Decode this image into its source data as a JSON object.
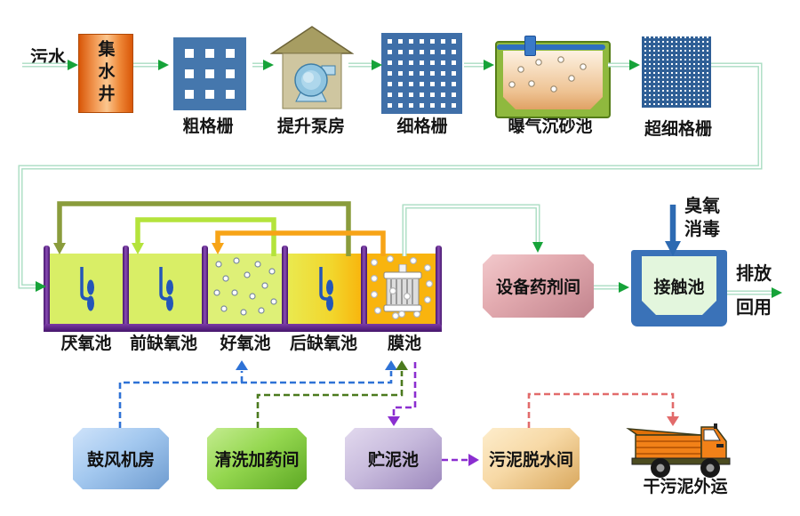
{
  "pretreatment": {
    "influent": "污水",
    "collection_well": "集水井",
    "coarse_screen": "粗格栅",
    "pump_house": "提升泵房",
    "fine_screen": "细格栅",
    "grit_chamber": "曝气沉砂池",
    "ultrafine_screen": "超细格栅"
  },
  "bioreactor": {
    "anaerobic": "厌氧池",
    "pre_anoxic": "前缺氧池",
    "aerobic": "好氧池",
    "post_anoxic": "后缺氧池",
    "membrane": "膜池"
  },
  "disinfection": {
    "chemical_room": "设备药剂间",
    "contact_tank": "接触池",
    "ozone_line1": "臭氧",
    "ozone_line2": "消毒",
    "discharge": "排放",
    "reuse": "回用"
  },
  "sludge_section": {
    "blower_room": "鼓风机房",
    "cleaning_room": "清洗加药间",
    "sludge_tank": "贮泥池",
    "dewatering_room": "污泥脱水间",
    "truck_label": "干污泥外运"
  },
  "colors": {
    "pipe_green": "#a9dcc2",
    "arrow_green": "#16a339",
    "recycle_olive": "#8a9c3c",
    "recycle_lightgreen": "#b4e33c",
    "recycle_orange": "#f7a417",
    "ozone_blue": "#2d6ab2",
    "air_dashed_blue": "#2e72d6",
    "clean_dashed_green": "#4b7a1e",
    "sludge_dashed_purple": "#8b2ed0",
    "dry_sludge_dashed_red": "#e26b6b",
    "tank_wall_purple": "#5f1d92"
  }
}
